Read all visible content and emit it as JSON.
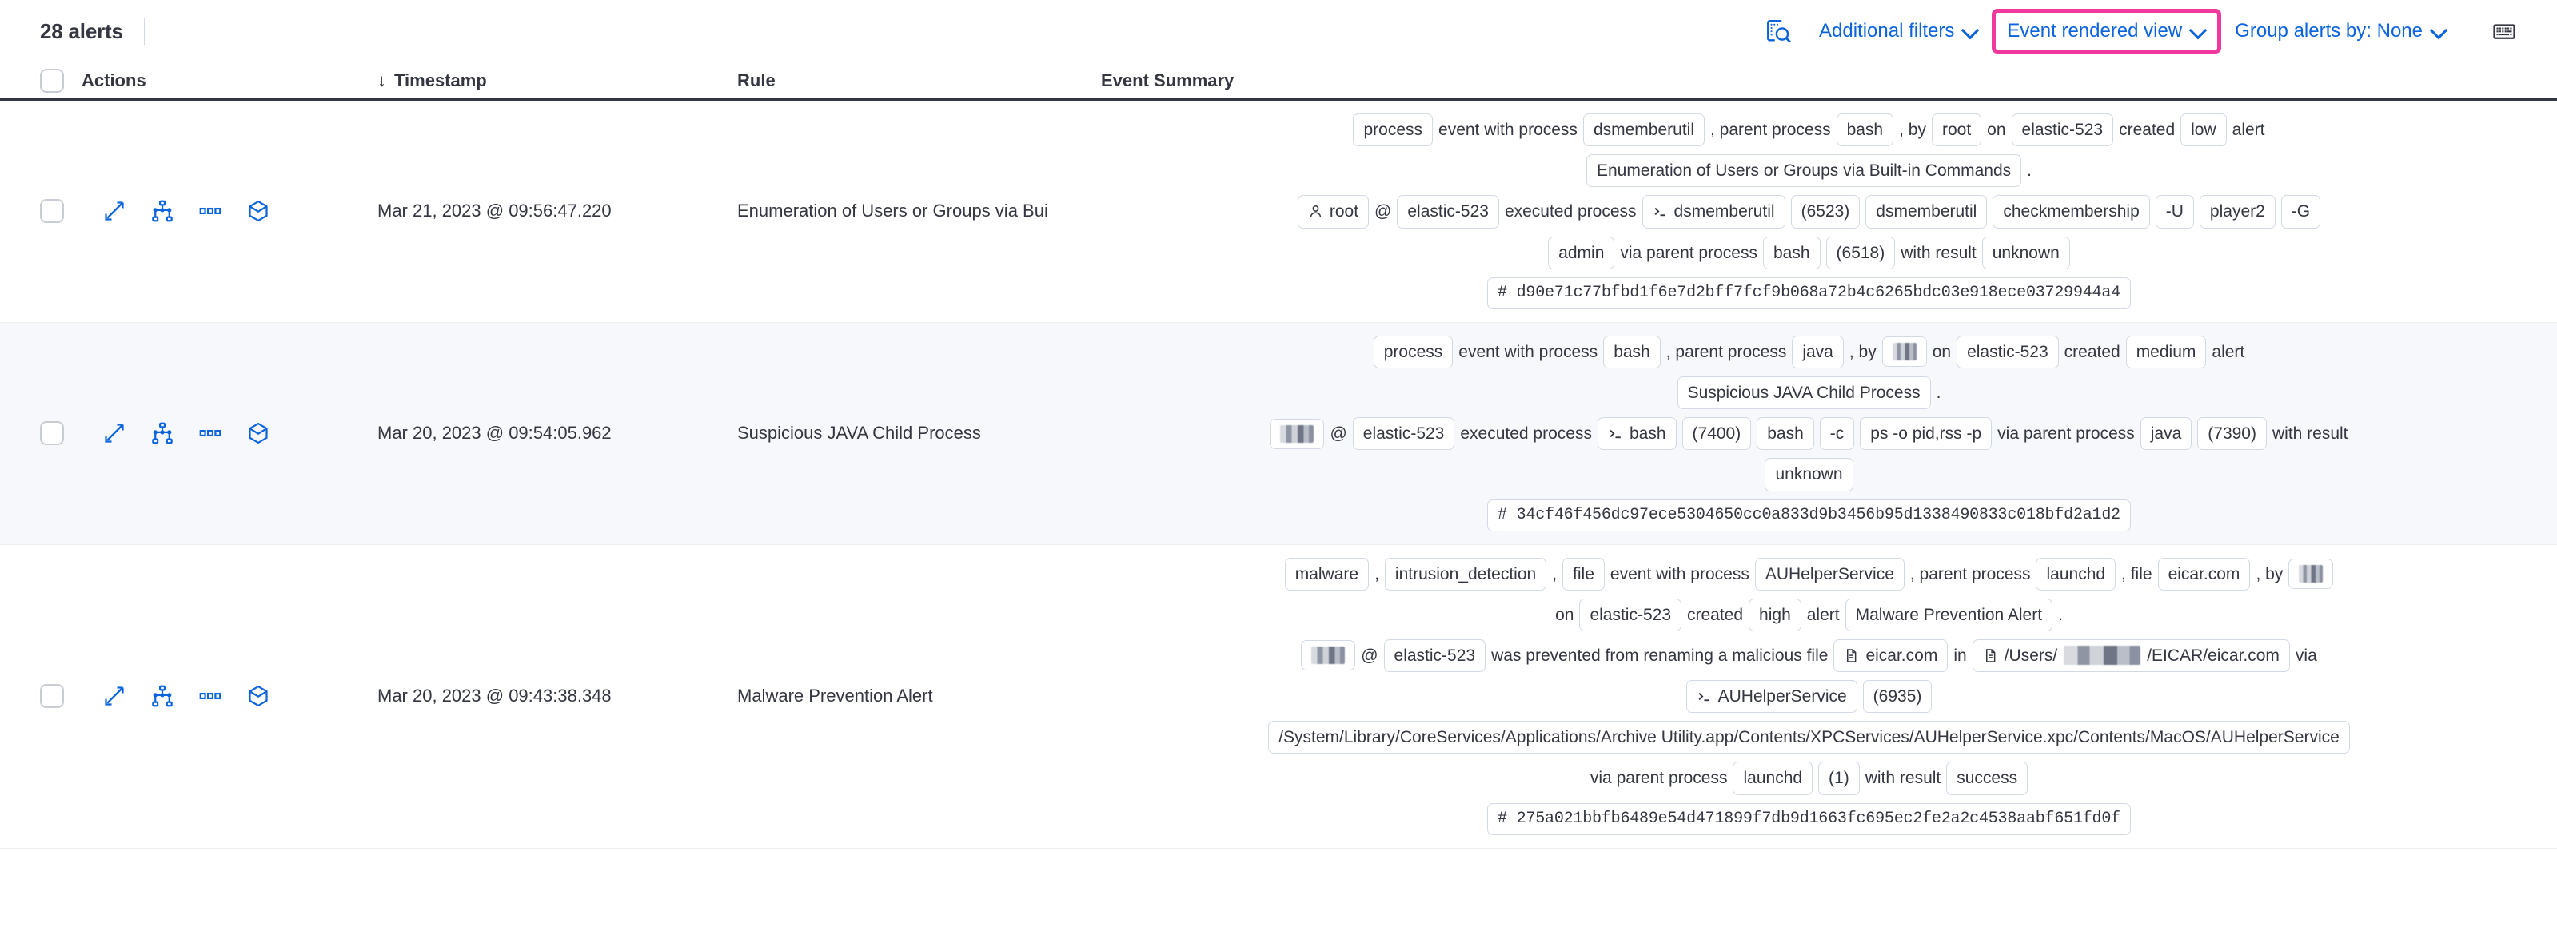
{
  "toolbar": {
    "alert_count": "28 alerts",
    "inspect_icon": "inspect-search-icon",
    "additional_filters": "Additional filters",
    "event_rendered_view": "Event rendered view",
    "group_alerts_by": "Group alerts by: None",
    "keyboard_icon": "keyboard-icon",
    "highlight_color": "#f0399d",
    "link_color": "#0b64dd"
  },
  "table": {
    "headers": {
      "actions": "Actions",
      "timestamp": "Timestamp",
      "sort_arrow": "↓",
      "rule": "Rule",
      "event_summary": "Event Summary"
    },
    "row_action_icons": [
      "expand-icon",
      "analyzer-icon",
      "more-actions-icon",
      "session-view-icon"
    ],
    "rows": [
      {
        "timestamp": "Mar 21, 2023 @ 09:56:47.220",
        "rule": "Enumeration of Users or Groups via Bui",
        "summary_lines": [
          [
            {
              "t": "chip",
              "v": "process"
            },
            {
              "t": "text",
              "v": "event with process"
            },
            {
              "t": "chip",
              "v": "dsmemberutil"
            },
            {
              "t": "text",
              "v": ", parent process"
            },
            {
              "t": "chip",
              "v": "bash"
            },
            {
              "t": "text",
              "v": ", by"
            },
            {
              "t": "chip",
              "v": "root"
            },
            {
              "t": "text",
              "v": "on"
            },
            {
              "t": "chip",
              "v": "elastic-523"
            },
            {
              "t": "text",
              "v": "created"
            },
            {
              "t": "chip",
              "v": "low"
            },
            {
              "t": "text",
              "v": "alert"
            }
          ],
          [
            {
              "t": "chip",
              "v": "Enumeration of Users or Groups via Built-in Commands"
            },
            {
              "t": "text",
              "v": "."
            }
          ],
          [
            {
              "t": "chip",
              "v": "root",
              "icon": "user-icon"
            },
            {
              "t": "text",
              "v": "@"
            },
            {
              "t": "chip",
              "v": "elastic-523"
            },
            {
              "t": "text",
              "v": "executed process"
            },
            {
              "t": "chip",
              "v": "dsmemberutil",
              "icon": "console-icon"
            },
            {
              "t": "chip",
              "v": "(6523)"
            },
            {
              "t": "chip",
              "v": "dsmemberutil"
            },
            {
              "t": "chip",
              "v": "checkmembership"
            },
            {
              "t": "chip",
              "v": "-U"
            },
            {
              "t": "chip",
              "v": "player2"
            },
            {
              "t": "chip",
              "v": "-G"
            }
          ],
          [
            {
              "t": "chip",
              "v": "admin"
            },
            {
              "t": "text",
              "v": "via parent process"
            },
            {
              "t": "chip",
              "v": "bash"
            },
            {
              "t": "chip",
              "v": "(6518)"
            },
            {
              "t": "text",
              "v": "with result"
            },
            {
              "t": "chip",
              "v": "unknown"
            }
          ],
          [
            {
              "t": "chip",
              "v": "#  d90e71c77bfbd1f6e7d2bff7fcf9b068a72b4c6265bdc03e918ece03729944a4",
              "mono": true
            }
          ]
        ]
      },
      {
        "timestamp": "Mar 20, 2023 @ 09:54:05.962",
        "rule": "Suspicious JAVA Child Process",
        "summary_lines": [
          [
            {
              "t": "chip",
              "v": "process"
            },
            {
              "t": "text",
              "v": "event with process"
            },
            {
              "t": "chip",
              "v": "bash"
            },
            {
              "t": "text",
              "v": ", parent process"
            },
            {
              "t": "chip",
              "v": "java"
            },
            {
              "t": "text",
              "v": ", by"
            },
            {
              "t": "chip",
              "v": "",
              "redact": "sm"
            },
            {
              "t": "text",
              "v": "on"
            },
            {
              "t": "chip",
              "v": "elastic-523"
            },
            {
              "t": "text",
              "v": "created"
            },
            {
              "t": "chip",
              "v": "medium"
            },
            {
              "t": "text",
              "v": "alert"
            }
          ],
          [
            {
              "t": "chip",
              "v": "Suspicious JAVA Child Process"
            },
            {
              "t": "text",
              "v": "."
            }
          ],
          [
            {
              "t": "chip",
              "v": "",
              "redact": "md"
            },
            {
              "t": "text",
              "v": "@"
            },
            {
              "t": "chip",
              "v": "elastic-523"
            },
            {
              "t": "text",
              "v": "executed process"
            },
            {
              "t": "chip",
              "v": "bash",
              "icon": "console-icon"
            },
            {
              "t": "chip",
              "v": "(7400)"
            },
            {
              "t": "chip",
              "v": "bash"
            },
            {
              "t": "chip",
              "v": "-c"
            },
            {
              "t": "chip",
              "v": "ps -o pid,rss -p"
            },
            {
              "t": "text",
              "v": "via parent process"
            },
            {
              "t": "chip",
              "v": "java"
            },
            {
              "t": "chip",
              "v": "(7390)"
            },
            {
              "t": "text",
              "v": "with result"
            }
          ],
          [
            {
              "t": "chip",
              "v": "unknown"
            }
          ],
          [
            {
              "t": "chip",
              "v": "#  34cf46f456dc97ece5304650cc0a833d9b3456b95d1338490833c018bfd2a1d2",
              "mono": true
            }
          ]
        ]
      },
      {
        "timestamp": "Mar 20, 2023 @ 09:43:38.348",
        "rule": "Malware Prevention Alert",
        "summary_lines": [
          [
            {
              "t": "chip",
              "v": "malware"
            },
            {
              "t": "text",
              "v": ","
            },
            {
              "t": "chip",
              "v": "intrusion_detection"
            },
            {
              "t": "text",
              "v": ","
            },
            {
              "t": "chip",
              "v": "file"
            },
            {
              "t": "text",
              "v": "event with process"
            },
            {
              "t": "chip",
              "v": "AUHelperService"
            },
            {
              "t": "text",
              "v": ", parent process"
            },
            {
              "t": "chip",
              "v": "launchd"
            },
            {
              "t": "text",
              "v": ", file"
            },
            {
              "t": "chip",
              "v": "eicar.com"
            },
            {
              "t": "text",
              "v": ", by"
            },
            {
              "t": "chip",
              "v": "",
              "redact": "sm"
            }
          ],
          [
            {
              "t": "text",
              "v": "on"
            },
            {
              "t": "chip",
              "v": "elastic-523"
            },
            {
              "t": "text",
              "v": "created"
            },
            {
              "t": "chip",
              "v": "high"
            },
            {
              "t": "text",
              "v": "alert"
            },
            {
              "t": "chip",
              "v": "Malware Prevention Alert"
            },
            {
              "t": "text",
              "v": "."
            }
          ],
          [
            {
              "t": "chip",
              "v": "",
              "redact": "md"
            },
            {
              "t": "text",
              "v": "@"
            },
            {
              "t": "chip",
              "v": "elastic-523"
            },
            {
              "t": "text",
              "v": "was prevented from renaming a malicious file"
            },
            {
              "t": "chip",
              "v": "eicar.com",
              "icon": "file-icon"
            },
            {
              "t": "text",
              "v": "in"
            },
            {
              "t": "chip",
              "v": "/Users/",
              "icon": "file-icon",
              "redactAfter": "lg",
              "suffix": "/EICAR/eicar.com"
            },
            {
              "t": "text",
              "v": "via"
            }
          ],
          [
            {
              "t": "chip",
              "v": "AUHelperService",
              "icon": "console-icon"
            },
            {
              "t": "chip",
              "v": "(6935)"
            }
          ],
          [
            {
              "t": "chip",
              "v": "/System/Library/CoreServices/Applications/Archive Utility.app/Contents/XPCServices/AUHelperService.xpc/Contents/MacOS/AUHelperService"
            }
          ],
          [
            {
              "t": "text",
              "v": "via parent process"
            },
            {
              "t": "chip",
              "v": "launchd"
            },
            {
              "t": "chip",
              "v": "(1)"
            },
            {
              "t": "text",
              "v": "with result"
            },
            {
              "t": "chip",
              "v": "success"
            }
          ],
          [
            {
              "t": "chip",
              "v": "#  275a021bbfb6489e54d471899f7db9d1663fc695ec2fe2a2c4538aabf651fd0f",
              "mono": true
            }
          ]
        ]
      }
    ]
  }
}
